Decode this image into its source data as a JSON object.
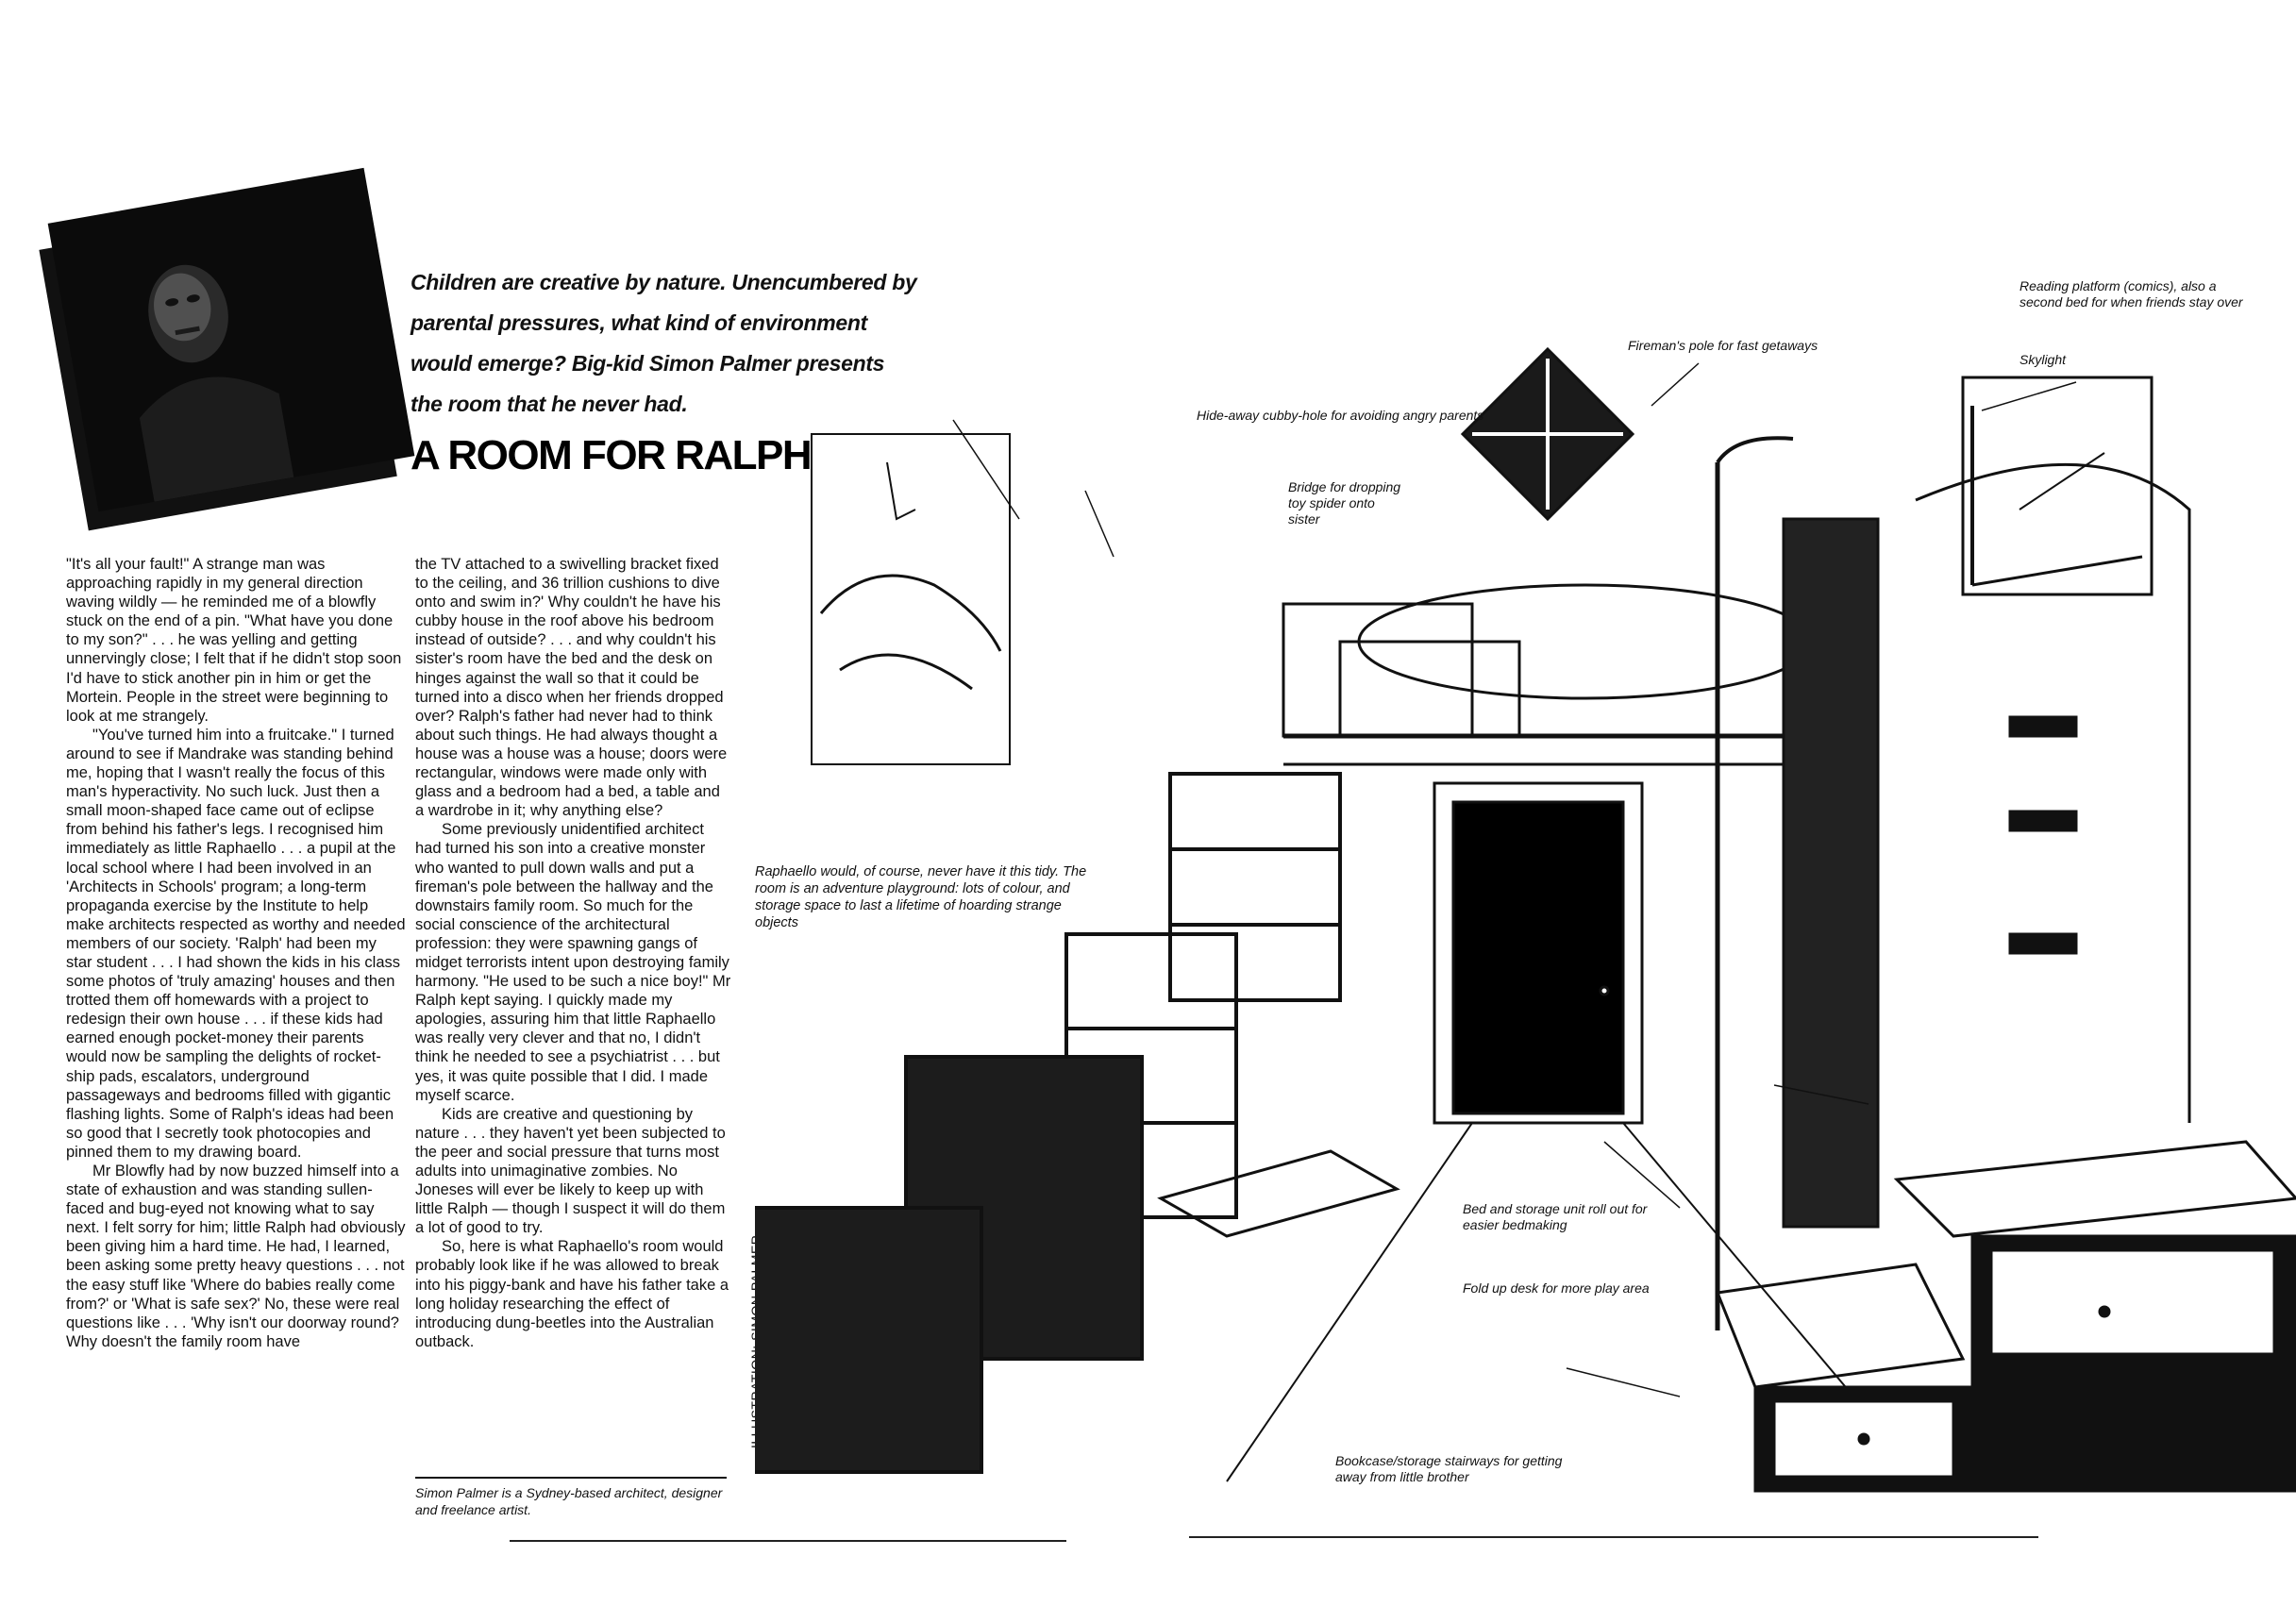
{
  "article": {
    "deck_lines": [
      "Children are creative by nature. Unencumbered by",
      "parental pressures, what kind of environment",
      "would emerge? Big-kid Simon Palmer presents",
      "the room that he never had."
    ],
    "headline": "A ROOM FOR RALPH",
    "column1": [
      "\"It's all your fault!\" A strange man was approaching rapidly in my general direction waving wildly — he reminded me of a blowfly stuck on the end of a pin. \"What have you done to my son?\" . . . he was yelling and getting unnervingly close; I felt that if he didn't stop soon I'd have to stick another pin in him or get the Mortein. People in the street were beginning to look at me strangely.",
      "\"You've turned him into a fruitcake.\" I turned around to see if Mandrake was standing behind me, hoping that I wasn't really the focus of this man's hyperactivity. No such luck. Just then a small moon-shaped face came out of eclipse from behind his father's legs. I recognised him immediately as little Raphaello . . . a pupil at the local school where I had been involved in an 'Architects in Schools' program; a long-term propaganda exercise by the Institute to help make architects respected as worthy and needed members of our society. 'Ralph' had been my star student . . . I had shown the kids in his class some photos of 'truly amazing' houses and then trotted them off homewards with a project to redesign their own house . . . if these kids had earned enough pocket-money their parents would now be sampling the delights of rocket-ship pads, escalators, underground passageways and bedrooms filled with gigantic flashing lights. Some of Ralph's ideas had been so good that I secretly took photocopies and pinned them to my drawing board.",
      "Mr Blowfly had by now buzzed himself into a state of exhaustion and was standing sullen-faced and bug-eyed not knowing what to say next. I felt sorry for him; little Ralph had obviously been giving him a hard time. He had, I learned, been asking some pretty heavy questions . . . not the easy stuff like 'Where do babies really come from?' or 'What is safe sex?' No, these were real questions like . . . 'Why isn't our doorway round? Why doesn't the family room have"
    ],
    "column2": [
      "the TV attached to a swivelling bracket fixed to the ceiling, and 36 trillion cushions to dive onto and swim in?' Why couldn't he have his cubby house in the roof above his bedroom instead of outside? . . . and why couldn't his sister's room have the bed and the desk on hinges against the wall so that it could be turned into a disco when her friends dropped over? Ralph's father had never had to think about such things. He had always thought a house was a house was a house; doors were rectangular, windows were made only with glass and a bedroom had a bed, a table and a wardrobe in it; why anything else?",
      "Some previously unidentified architect had turned his son into a creative monster who wanted to pull down walls and put a fireman's pole between the hallway and the downstairs family room. So much for the social conscience of the architectural profession: they were spawning gangs of midget terrorists intent upon destroying family harmony. \"He used to be such a nice boy!\" Mr Ralph kept saying. I quickly made my apologies, assuring him that little Raphaello was really very clever and that no, I didn't think he needed to see a psychiatrist . . . but yes, it was quite possible that I did. I made myself scarce.",
      "Kids are creative and questioning by nature . . . they haven't yet been subjected to the peer and social pressure that turns most adults into unimaginative zombies. No Joneses will ever be likely to keep up with little Ralph — though I suspect it will do them a lot of good to try.",
      "So, here is what Raphaello's room would probably look like if he was allowed to break into his piggy-bank and have his father take a long holiday researching the effect of introducing dung-beetles into the Australian outback."
    ],
    "illustration_credit": "ILLUSTRATION: SIMON PALMER",
    "bio": "Simon Palmer is a Sydney-based architect, designer and freelance artist."
  },
  "illustration": {
    "caption": "Raphaello would, of course, never have it this tidy. The room is an adventure playground: lots of colour, and storage space to last a lifetime of hoarding strange objects",
    "labels": {
      "hideaway": "Hide-away cubby-hole for avoiding angry parents",
      "bridge": "Bridge for dropping toy spider onto sister",
      "fireman": "Fireman's pole for fast getaways",
      "reading": "Reading platform (comics), also a second bed for when friends stay over",
      "skylight": "Skylight",
      "bed": "Bed and storage unit roll out for easier bedmaking",
      "desk": "Fold up desk for more play area",
      "bookcase": "Bookcase/storage stairways for getting away from little brother"
    }
  }
}
